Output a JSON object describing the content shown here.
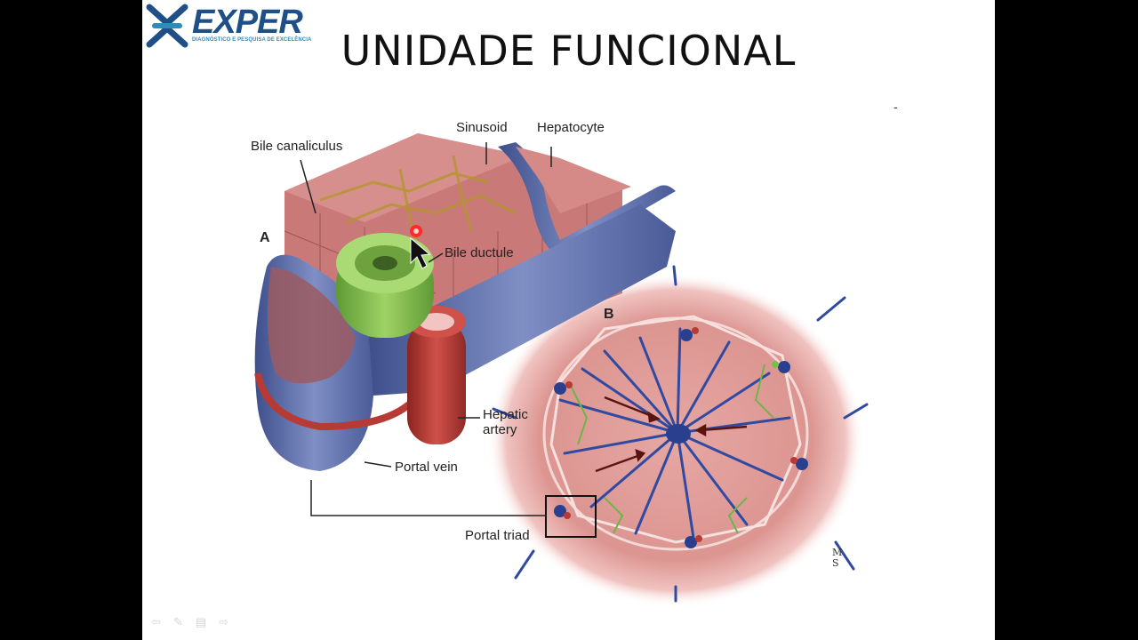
{
  "logo": {
    "brand": "EXPER",
    "tagline": "DIAGNÓSTICO E PESQUISA DE EXCELÊNCIA",
    "colors": {
      "primary": "#1e4f86",
      "accent": "#2a8fb8"
    }
  },
  "slide": {
    "title": "UNIDADE  FUNCIONAL",
    "dash": "-"
  },
  "figure": {
    "labels": {
      "bile_canaliculus": "Bile canaliculus",
      "sinusoid": "Sinusoid",
      "hepatocyte": "Hepatocyte",
      "panel_a": "A",
      "bile_ductule": "Bile ductule",
      "panel_b": "B",
      "hepatic_artery_1": "Hepatic",
      "hepatic_artery_2": "artery",
      "portal_vein": "Portal vein",
      "portal_triad": "Portal triad"
    },
    "colors": {
      "hepatocyte": "#c97a78",
      "vein": "#5a6ea8",
      "artery": "#b83a34",
      "bile": "#7dbb4a",
      "lobule": "#e3a3a0"
    }
  },
  "nav": {
    "icons": [
      "back-arrow-icon",
      "pen-icon",
      "menu-icon",
      "forward-arrow-icon"
    ]
  }
}
